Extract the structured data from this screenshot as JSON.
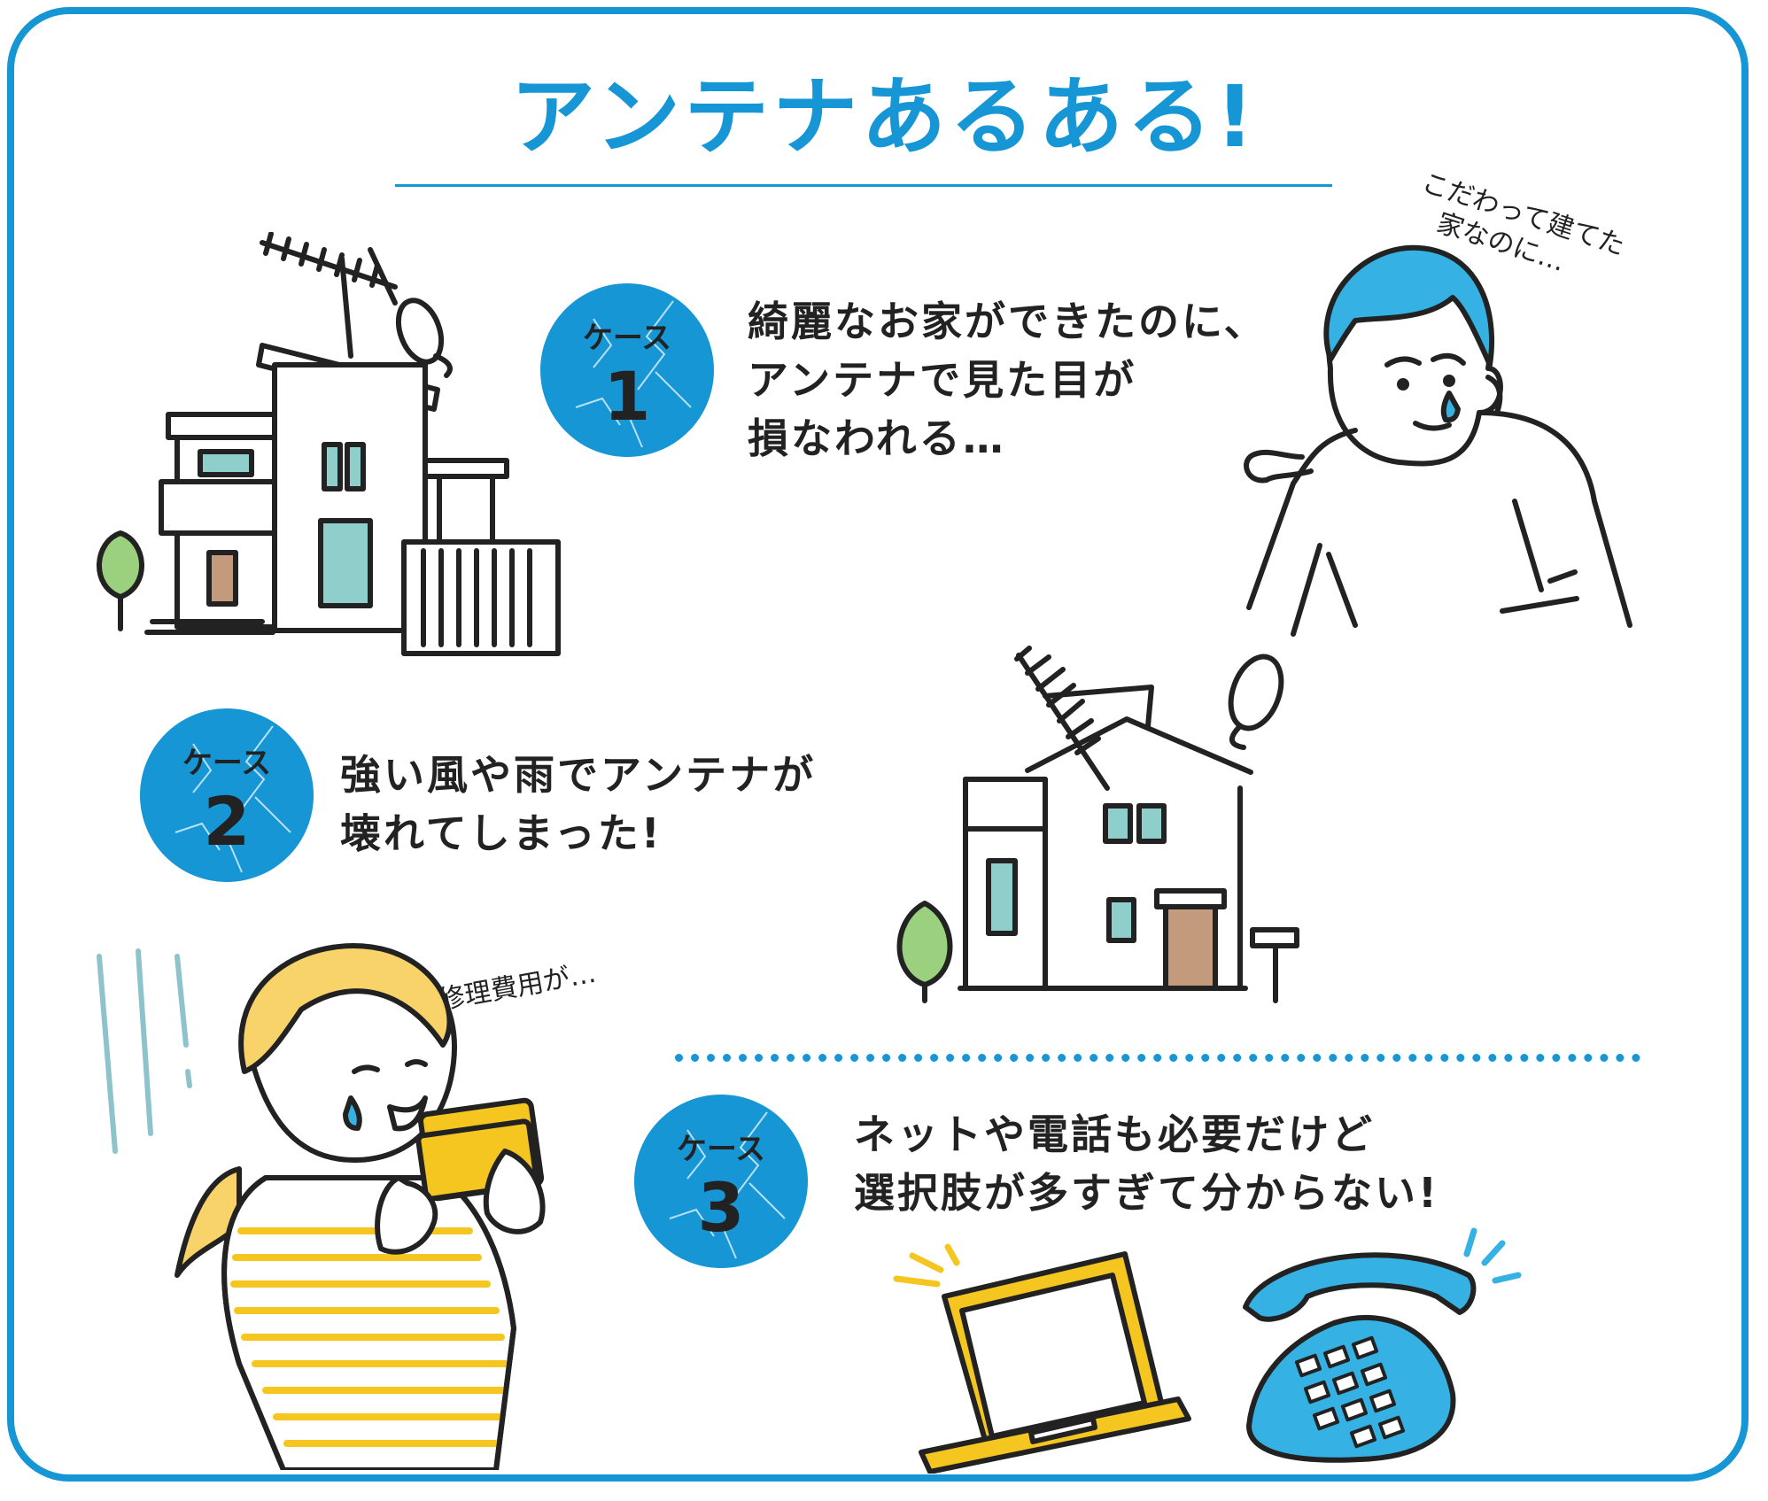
{
  "title": "アンテナあるある!",
  "colors": {
    "primary": "#1696d4",
    "text": "#222222",
    "house_window": "#8ecfcb",
    "house_door": "#c49a7c",
    "tree": "#9bd07f",
    "yellow": "#f5c61f",
    "man_hair": "#35b1e4",
    "woman_hair": "#f7d36a"
  },
  "cases": [
    {
      "label": "ケース",
      "number": "1",
      "lines": [
        "綺麗なお家ができたのに、",
        "アンテナで見た目が",
        "損なわれる…"
      ]
    },
    {
      "label": "ケース",
      "number": "2",
      "lines": [
        "強い風や雨でアンテナが",
        "壊れてしまった!"
      ]
    },
    {
      "label": "ケース",
      "number": "3",
      "lines": [
        "ネットや電話も必要だけど",
        "選択肢が多すぎて分からない!"
      ]
    }
  ],
  "speech": {
    "man": [
      "こだわって建てた",
      "家なのに…"
    ],
    "woman": "修理費用が…"
  },
  "illustrations": {
    "house1": "modern-house-with-antenna",
    "man": "disappointed-man-crying",
    "house2": "gabled-house-with-antenna",
    "woman": "woman-crying-with-wallet",
    "laptop": "laptop-icon",
    "phone": "telephone-icon"
  }
}
